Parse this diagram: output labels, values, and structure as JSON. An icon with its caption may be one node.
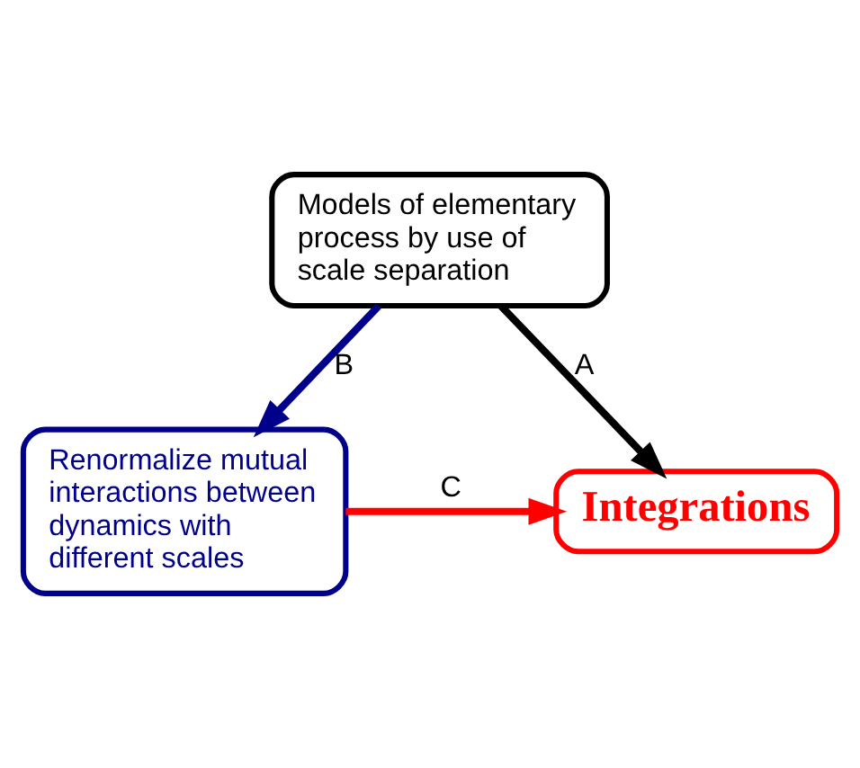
{
  "diagram": {
    "nodes": [
      {
        "text": [
          "Models of elementary process by use of scale separation"
        ]
      },
      {
        "text": [
          "Integrations"
        ]
      },
      {
        "text": [
          "Renormalize mutual interactions between dynamics with different scales"
        ]
      }
    ],
    "edges": [
      {
        "from": 0,
        "to": 1,
        "arrow": "to",
        "label": "A",
        "color": "#000000"
      },
      {
        "from": 0,
        "to": 2,
        "arrow": "to",
        "label": "B",
        "color": "#00008b"
      },
      {
        "from": 2,
        "to": 1,
        "arrow": "to",
        "label": "C",
        "color": "#ff0000"
      }
    ]
  }
}
